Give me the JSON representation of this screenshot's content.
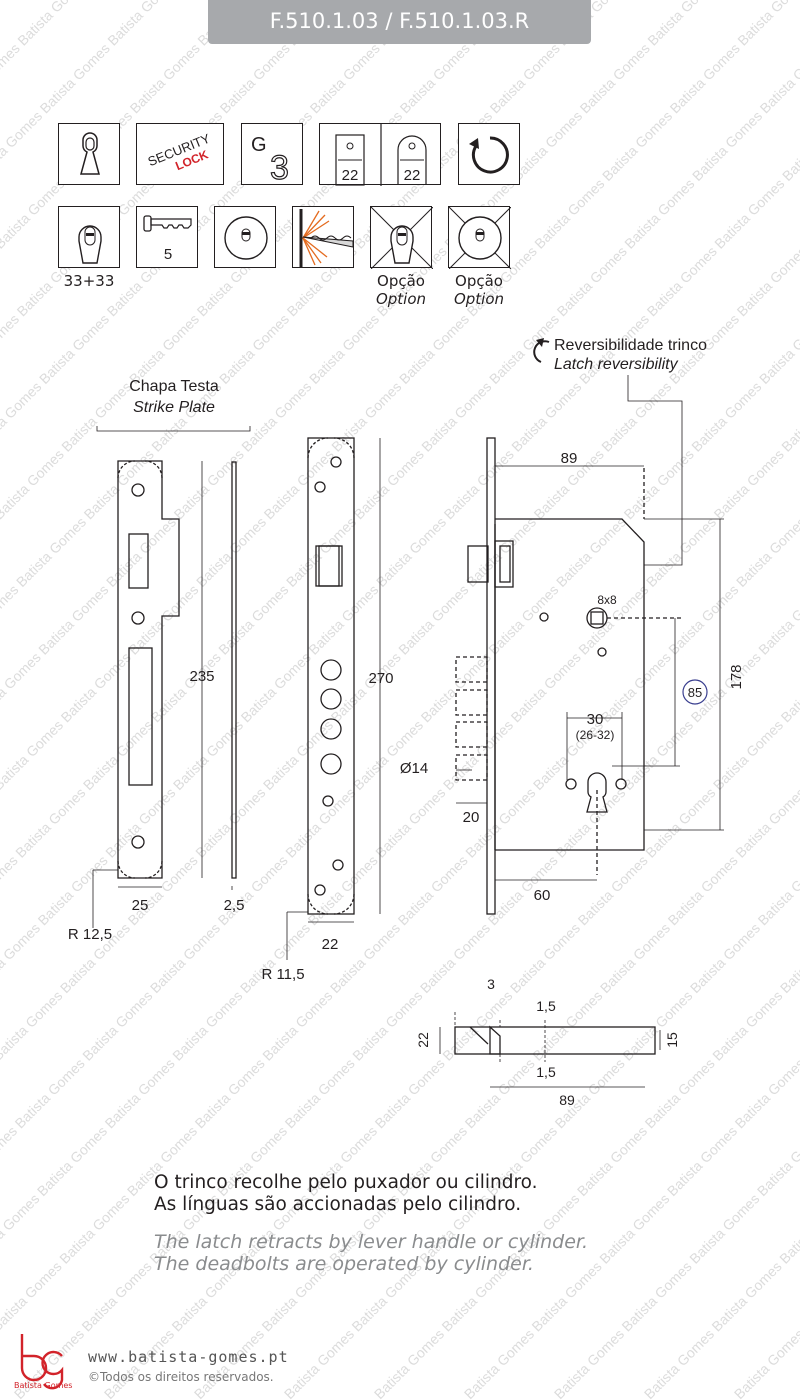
{
  "header": {
    "title": "F.510.1.03 / F.510.1.03.R"
  },
  "watermark": {
    "text": "Batista Gomes"
  },
  "icons_row1": [
    {
      "icon": "euro-cylinder-profile-icon",
      "label": ""
    },
    {
      "icon": "security-lock-icon",
      "label": "SECURITY",
      "sub": "LOCK"
    },
    {
      "icon": "grade-g3-icon",
      "label": "G",
      "sub": "3"
    },
    {
      "icon": "backset-dimension-icon",
      "label": "22",
      "label2": "22"
    },
    {
      "icon": "reversible-icon",
      "label": ""
    }
  ],
  "icons_row2": [
    {
      "icon": "cylinder-size-icon",
      "caption": "33+33"
    },
    {
      "icon": "key-count-icon",
      "caption": "5"
    },
    {
      "icon": "round-rosette-icon",
      "caption": ""
    },
    {
      "icon": "anti-drill-icon",
      "caption": ""
    },
    {
      "icon": "option-cylinder-icon",
      "caption": "Opção",
      "caption_en": "Option"
    },
    {
      "icon": "option-rosette-icon",
      "caption": "Opção",
      "caption_en": "Option"
    }
  ],
  "drawing": {
    "strike_plate": {
      "label": "Chapa Testa",
      "label_en": "Strike Plate"
    },
    "latch_reversibility": {
      "label": "Reversibilidade trinco",
      "label_en": "Latch reversibility"
    },
    "dims": {
      "d235": "235",
      "d25": "25",
      "d2_5": "2,5",
      "r12_5": "R 12,5",
      "d270": "270",
      "d22": "22",
      "r11_5": "R 11,5",
      "d89": "89",
      "d8x8": "8x8",
      "d85": "85",
      "d178": "178",
      "d30": "30",
      "d26_32": "(26-32)",
      "dia14": "Ø14",
      "d20": "20",
      "d60": "60",
      "s3": "3",
      "s1_5a": "1,5",
      "s1_5b": "1,5",
      "s22": "22",
      "s15": "15",
      "s89": "89"
    }
  },
  "description": {
    "pt": [
      "O trinco recolhe pelo puxador ou cilindro.",
      "As línguas são accionadas pelo cilindro."
    ],
    "en": [
      "The latch retracts by lever handle or cylinder.",
      "The deadbolts are operated by cylinder."
    ]
  },
  "footer": {
    "url": "www.batista-gomes.pt",
    "copyright": "©Todos os direitos reservados.",
    "brand": "Batista Gomes"
  }
}
